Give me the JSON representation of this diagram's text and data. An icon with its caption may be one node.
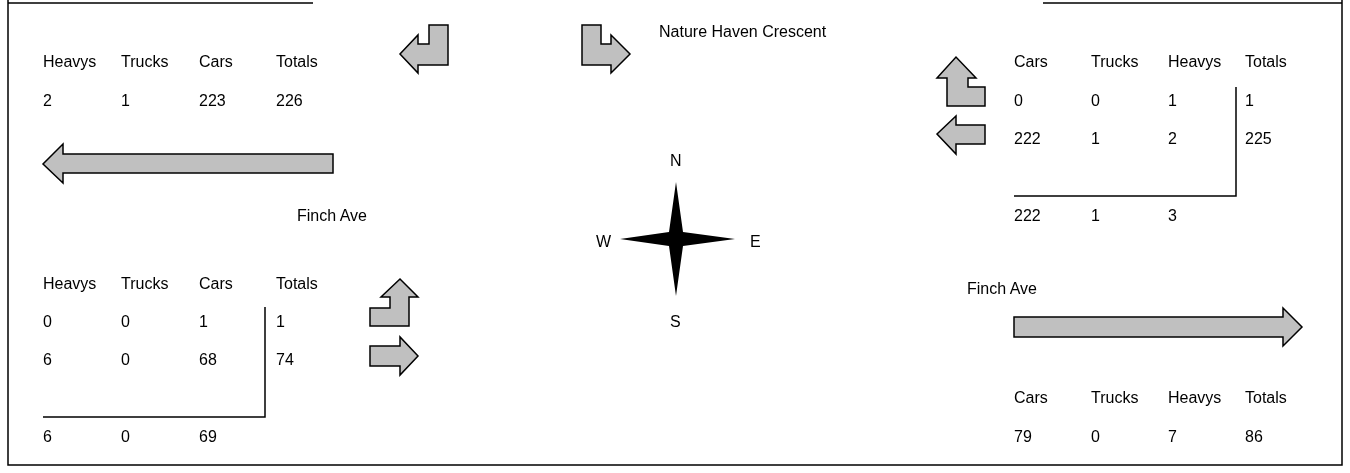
{
  "diagram": {
    "labels": [
      "Nature Haven Crescent",
      "Heavys",
      "Trucks",
      "Cars",
      "Totals",
      "2",
      "1",
      "223",
      "226",
      "Cars",
      "Trucks",
      "Heavys",
      "Totals",
      "0",
      "0",
      "1",
      "1",
      "222",
      "1",
      "2",
      "225",
      "222",
      "1",
      "3",
      "N",
      "Finch Ave",
      "W",
      "E",
      "Heavys",
      "Trucks",
      "Cars",
      "Totals",
      "0",
      "0",
      "1",
      "1",
      "6",
      "0",
      "68",
      "74",
      "6",
      "0",
      "69",
      "S",
      "Finch Ave",
      "Cars",
      "Trucks",
      "Heavys",
      "Totals",
      "79",
      "0",
      "7",
      "86"
    ]
  }
}
